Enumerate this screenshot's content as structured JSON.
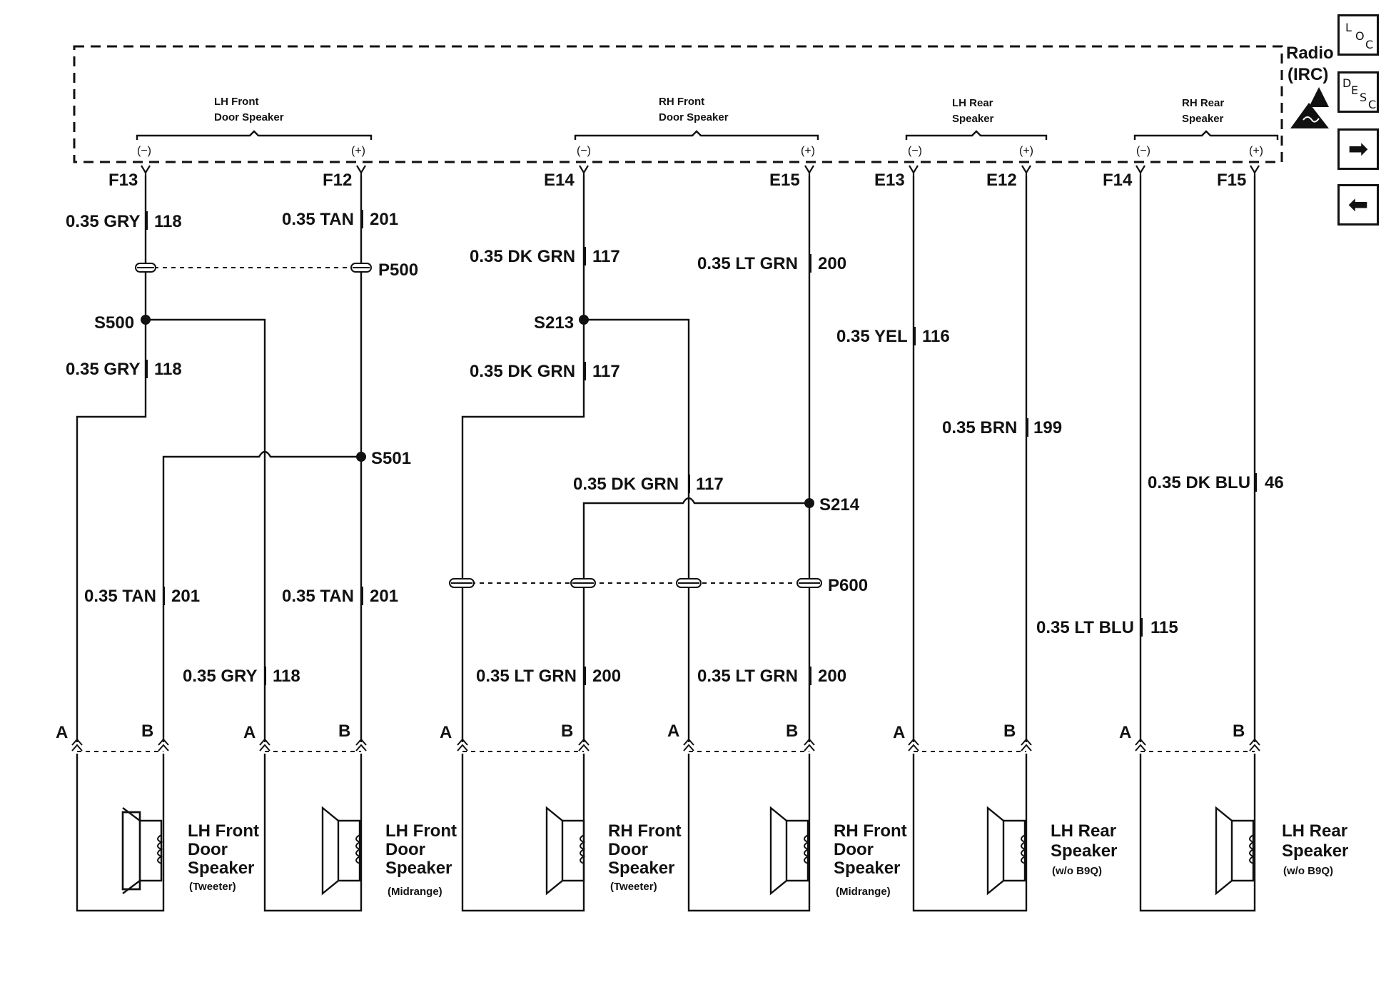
{
  "module": {
    "name_line1": "Radio",
    "name_line2": "(IRC)"
  },
  "nav": {
    "loc": {
      "l": "L",
      "o": "O",
      "c": "C"
    },
    "desc": {
      "d": "D",
      "e": "E",
      "s": "S",
      "c": "C"
    },
    "next_icon": "right-arrow-icon",
    "prev_icon": "left-arrow-icon"
  },
  "internal_groups": [
    {
      "line1": "LH Front",
      "line2": "Door Speaker",
      "neg": "(−)",
      "pos": "(+)"
    },
    {
      "line1": "RH Front",
      "line2": "Door Speaker",
      "neg": "(−)",
      "pos": "(+)"
    },
    {
      "line1": "LH Rear",
      "line2": "Speaker",
      "neg": "(−)",
      "pos": "(+)"
    },
    {
      "line1": "RH Rear",
      "line2": "Speaker",
      "neg": "(−)",
      "pos": "(+)"
    }
  ],
  "pins": [
    "F13",
    "F12",
    "E14",
    "E15",
    "E13",
    "E12",
    "F14",
    "F15"
  ],
  "wires": [
    {
      "gauge_color": "0.35 GRY",
      "circuit": "118"
    },
    {
      "gauge_color": "0.35 TAN",
      "circuit": "201"
    },
    {
      "gauge_color": "0.35 DK GRN",
      "circuit": "117"
    },
    {
      "gauge_color": "0.35 LT GRN",
      "circuit": "200"
    },
    {
      "gauge_color": "0.35 GRY",
      "circuit": "118"
    },
    {
      "gauge_color": "0.35 DK GRN",
      "circuit": "117"
    },
    {
      "gauge_color": "0.35 YEL",
      "circuit": "116"
    },
    {
      "gauge_color": "0.35 BRN",
      "circuit": "199"
    },
    {
      "gauge_color": "0.35 DK GRN",
      "circuit": "117"
    },
    {
      "gauge_color": "0.35 DK BLU",
      "circuit": "46"
    },
    {
      "gauge_color": "0.35 TAN",
      "circuit": "201"
    },
    {
      "gauge_color": "0.35 TAN",
      "circuit": "201"
    },
    {
      "gauge_color": "0.35 GRY",
      "circuit": "118"
    },
    {
      "gauge_color": "0.35 LT GRN",
      "circuit": "200"
    },
    {
      "gauge_color": "0.35 LT GRN",
      "circuit": "200"
    },
    {
      "gauge_color": "0.35 LT BLU",
      "circuit": "115"
    }
  ],
  "connectors": {
    "p500": "P500",
    "p600": "P600"
  },
  "splices": {
    "s500": "S500",
    "s501": "S501",
    "s213": "S213",
    "s214": "S214"
  },
  "terminal_letters": {
    "a": "A",
    "b": "B"
  },
  "speakers": [
    {
      "line1": "LH Front",
      "line2": "Door",
      "line3": "Speaker",
      "sub": "(Tweeter)"
    },
    {
      "line1": "LH Front",
      "line2": "Door",
      "line3": "Speaker",
      "sub": "(Midrange)"
    },
    {
      "line1": "RH Front",
      "line2": "Door",
      "line3": "Speaker",
      "sub": "(Tweeter)"
    },
    {
      "line1": "RH Front",
      "line2": "Door",
      "line3": "Speaker",
      "sub": "(Midrange)"
    },
    {
      "line1": "LH Rear",
      "line2": "Speaker",
      "line3": "",
      "sub": "(w/o B9Q)"
    },
    {
      "line1": "LH Rear",
      "line2": "Speaker",
      "line3": "",
      "sub": "(w/o B9Q)"
    }
  ]
}
